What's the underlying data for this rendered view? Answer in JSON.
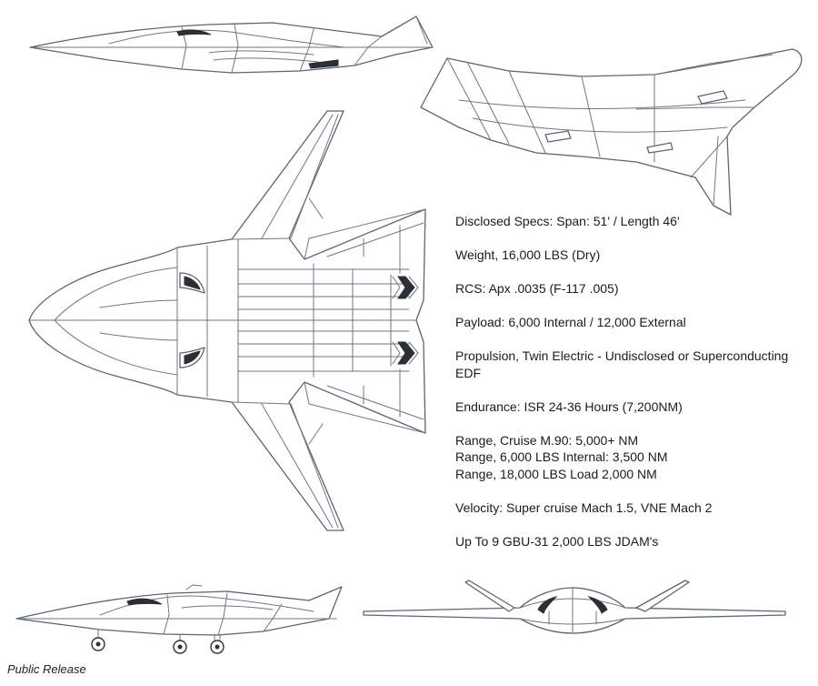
{
  "specs": [
    {
      "lines": [
        "Disclosed Specs: Span: 51' / Length 46'"
      ]
    },
    {
      "lines": [
        "Weight, 16,000 LBS (Dry)"
      ]
    },
    {
      "lines": [
        "RCS: Apx .0035 (F-117 .005)"
      ]
    },
    {
      "lines": [
        "Payload: 6,000 Internal / 12,000 External"
      ]
    },
    {
      "lines": [
        "Propulsion, Twin Electric - Undisclosed or Superconducting EDF"
      ]
    },
    {
      "lines": [
        "Endurance: ISR 24-36 Hours (7,200NM)"
      ]
    },
    {
      "lines": [
        "Range, Cruise M.90: 5,000+ NM",
        "Range, 6,000 LBS Internal: 3,500 NM",
        "Range, 18,000 LBS Load 2,000 NM"
      ]
    },
    {
      "lines": [
        "Velocity: Super cruise Mach 1.5, VNE Mach 2"
      ]
    },
    {
      "lines": [
        "Up To 9 GBU-31 2,000 LBS JDAM's"
      ]
    }
  ],
  "footer": {
    "release": "Public Release"
  },
  "views": [
    "side-view-top",
    "perspective-view",
    "plan-view",
    "side-view-gear",
    "front-view"
  ],
  "colors": {
    "line": "#6e7682",
    "text": "#1b1b1b",
    "background": "#ffffff"
  }
}
